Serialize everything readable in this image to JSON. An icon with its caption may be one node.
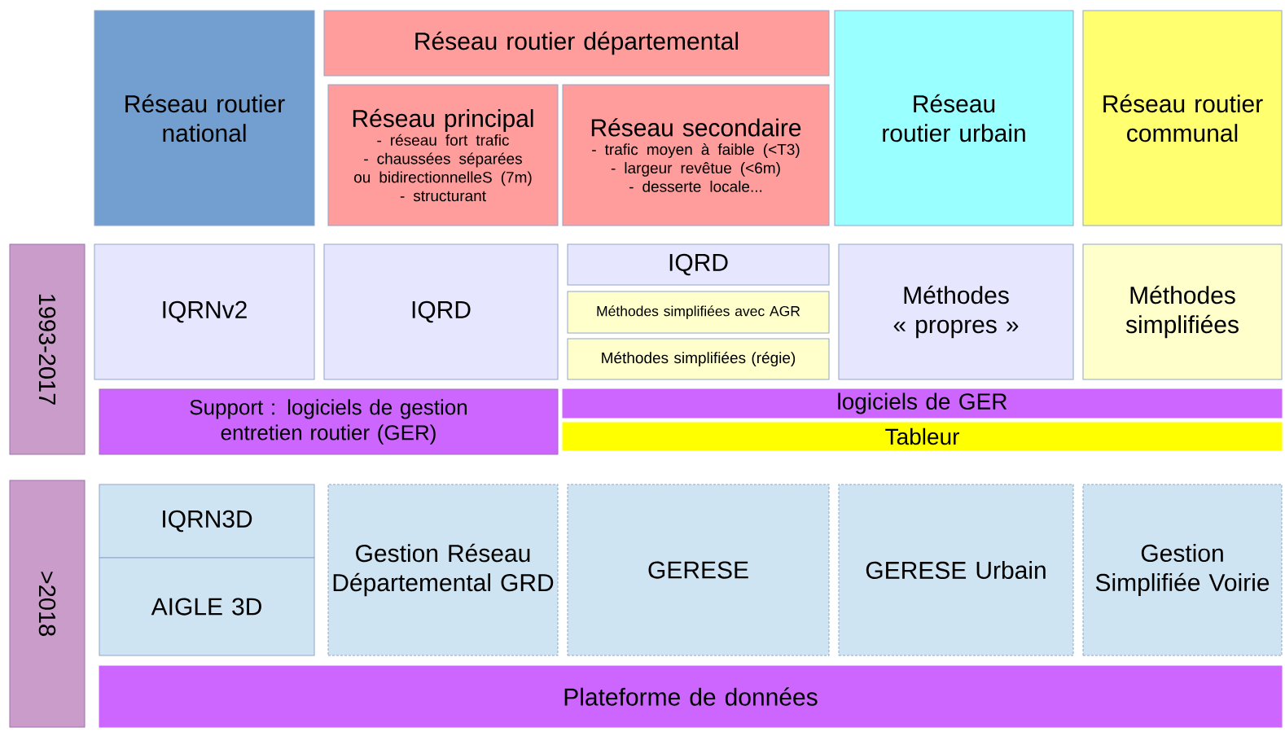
{
  "diagram": {
    "nodes": [
      {
        "text": [
          "Réseau routier national"
        ]
      },
      {
        "text": [
          "Réseau routier départemental"
        ]
      },
      {
        "text": [
          "Réseau principal",
          "- réseau fort trafic",
          "- chaussées séparées ou bidirectionnelleS (7m)",
          "- structurant"
        ]
      },
      {
        "text": [
          "Réseau secondaire",
          "- trafic moyen à faible (<T3)",
          "- largeur revêtue (<6m)",
          "- desserte locale..."
        ]
      },
      {
        "text": [
          "Réseau routier urbain"
        ]
      },
      {
        "text": [
          "Réseau routier communal"
        ]
      },
      {
        "text": [
          "1993-2017"
        ]
      },
      {
        "text": [
          "IQRNv2"
        ]
      },
      {
        "text": [
          "IQRD"
        ]
      },
      {
        "text": [
          "IQRD"
        ]
      },
      {
        "text": [
          "Méthodes simplifiées avec AGR"
        ]
      },
      {
        "text": [
          "Méthodes simplifiées (régie)"
        ]
      },
      {
        "text": [
          "Méthodes « propres »"
        ]
      },
      {
        "text": [
          "Méthodes simplifiées"
        ]
      },
      {
        "text": [
          "Support : logiciels de gestion entretien routier (GER)"
        ]
      },
      {
        "text": [
          "logiciels de GER"
        ]
      },
      {
        "text": [
          "Tableur"
        ]
      },
      {
        "text": [
          ">2018"
        ]
      },
      {
        "text": [
          "IQRN3D"
        ]
      },
      {
        "text": [
          "AIGLE 3D"
        ]
      },
      {
        "text": [
          "Gestion Réseau Départemental GRD"
        ]
      },
      {
        "text": [
          "GERESE"
        ]
      },
      {
        "text": [
          "GERESE Urbain"
        ]
      },
      {
        "text": [
          "Gestion Simplifiée Voirie"
        ]
      },
      {
        "text": [
          "Plateforme de données"
        ]
      }
    ]
  }
}
